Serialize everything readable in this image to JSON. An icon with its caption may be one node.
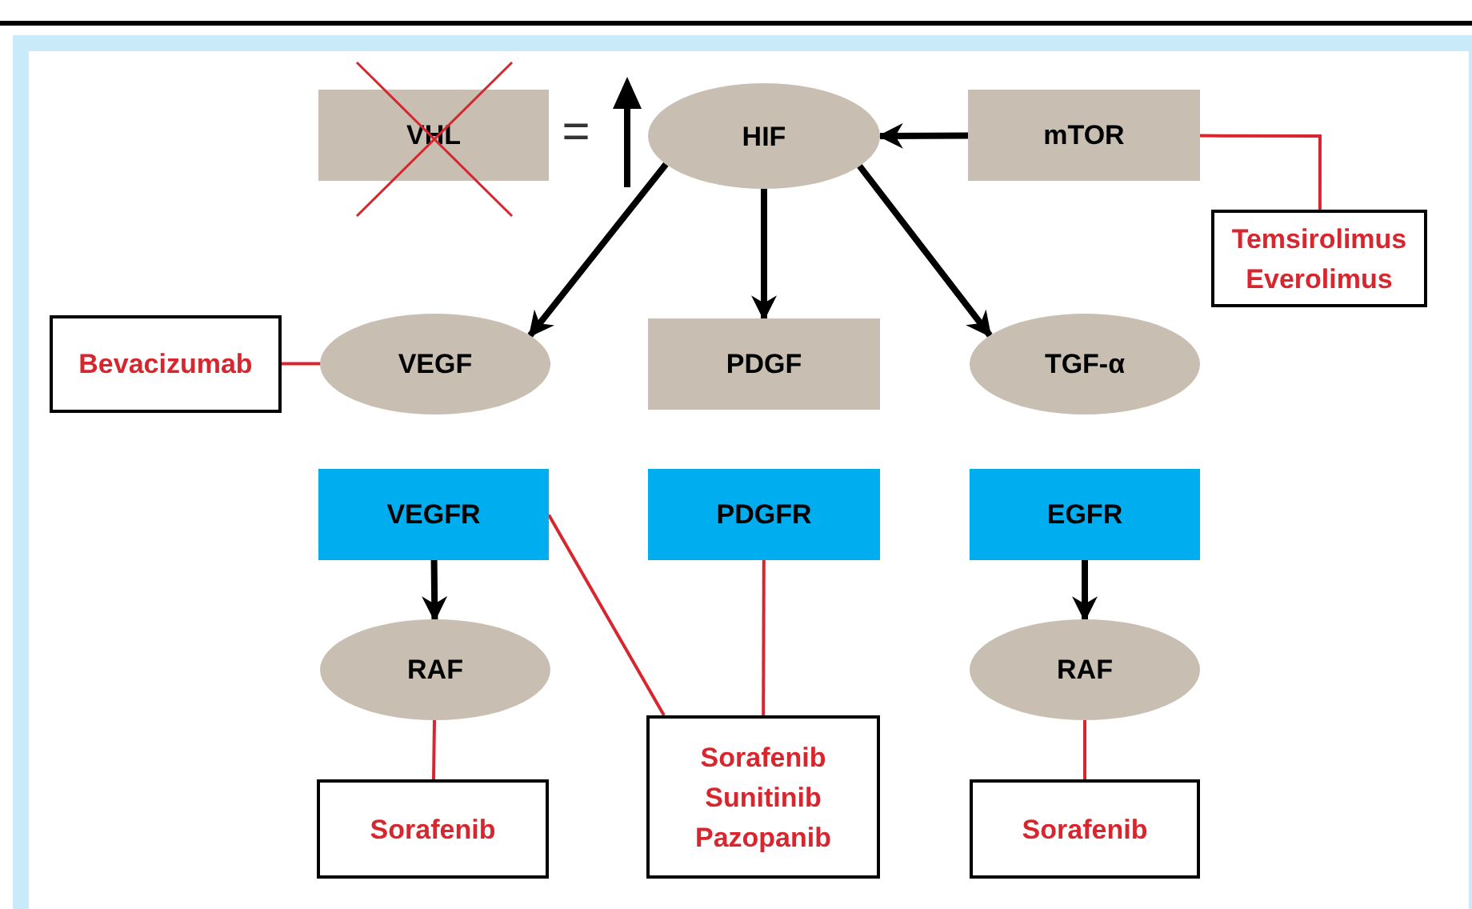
{
  "diagram": {
    "nodes": [
      {
        "text": [
          "VHL"
        ]
      },
      {
        "text": [
          "HIF"
        ]
      },
      {
        "text": [
          "mTOR"
        ]
      },
      {
        "text": [
          "Temsirolimus",
          "Everolimus"
        ]
      },
      {
        "text": [
          "Bevacizumab"
        ]
      },
      {
        "text": [
          "VEGF"
        ]
      },
      {
        "text": [
          "PDGF"
        ]
      },
      {
        "text": [
          "TGF-α"
        ]
      },
      {
        "text": [
          "VEGFR"
        ]
      },
      {
        "text": [
          "PDGFR"
        ]
      },
      {
        "text": [
          "EGFR"
        ]
      },
      {
        "text": [
          "RAF"
        ]
      },
      {
        "text": [
          "RAF"
        ]
      },
      {
        "text": [
          "Sorafenib"
        ]
      },
      {
        "text": [
          "Sorafenib",
          "Sunitinib",
          "Pazopanib"
        ]
      },
      {
        "text": [
          "Sorafenib"
        ]
      }
    ],
    "edges": [
      {
        "from": 2,
        "to": 1,
        "arrow": "to",
        "style": "thick"
      },
      {
        "from": 1,
        "to": 5,
        "arrow": "to",
        "style": "thick"
      },
      {
        "from": 1,
        "to": 6,
        "arrow": "to",
        "style": "thick"
      },
      {
        "from": 1,
        "to": 7,
        "arrow": "to",
        "style": "thick"
      },
      {
        "from": 8,
        "to": 11,
        "arrow": "to",
        "style": "thick"
      },
      {
        "from": 10,
        "to": 12,
        "arrow": "to",
        "style": "thick"
      },
      {
        "from": 2,
        "to": 3,
        "arrow": "none",
        "color": "#d7262e"
      },
      {
        "from": 4,
        "to": 5,
        "arrow": "none",
        "color": "#d7262e"
      },
      {
        "from": 8,
        "to": 14,
        "arrow": "none",
        "color": "#d7262e"
      },
      {
        "from": 9,
        "to": 14,
        "arrow": "none",
        "color": "#d7262e"
      },
      {
        "from": 11,
        "to": 13,
        "arrow": "none",
        "color": "#d7262e"
      },
      {
        "from": 12,
        "to": 15,
        "arrow": "none",
        "color": "#d7262e"
      }
    ],
    "labels": [
      "="
    ]
  }
}
